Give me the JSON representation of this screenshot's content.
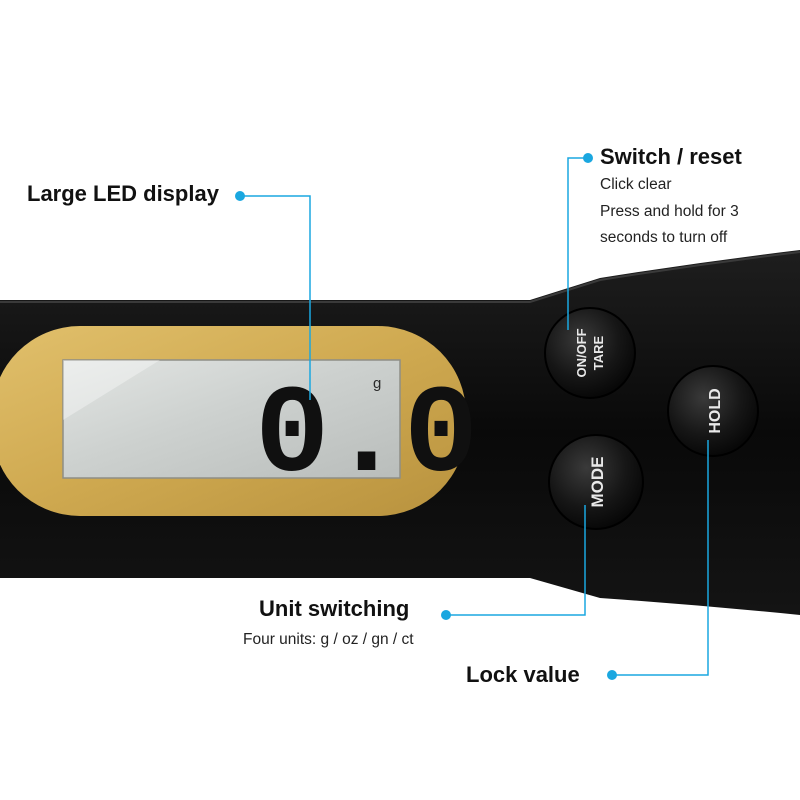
{
  "device": {
    "lcd_reading": "0.0",
    "lcd_unit": "g",
    "buttons": {
      "power_line1": "ON/OFF",
      "power_line2": "TARE",
      "mode": "MODE",
      "hold": "HOLD"
    }
  },
  "callouts": {
    "display": {
      "title": "Large LED display"
    },
    "power": {
      "title": "Switch / reset",
      "line1": "Click clear",
      "line2": "Press and hold for 3",
      "line3": "seconds to turn off"
    },
    "mode": {
      "title": "Unit switching",
      "line1": "Four units: g / oz / gn / ct"
    },
    "hold": {
      "title": "Lock value"
    }
  },
  "colors": {
    "body": "#0b0b0b",
    "bezel": "#d6b25c",
    "lcd": "#cfd3d1",
    "accent": "#1aa7e0"
  }
}
